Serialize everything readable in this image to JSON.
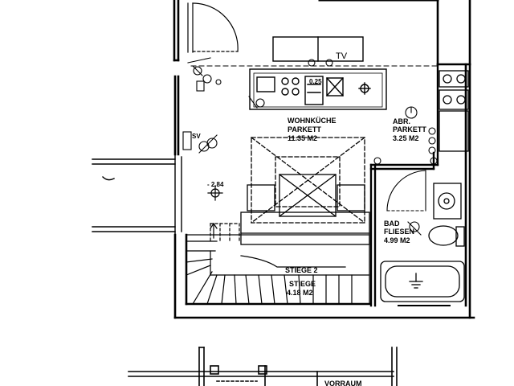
{
  "rooms": {
    "wohnkueche": {
      "name": "WOHNKÜCHE",
      "floor": "PARKETT",
      "area": "11.35 M2"
    },
    "abr": {
      "name": "ABR.",
      "floor": "PARKETT",
      "area": "3.25 M2"
    },
    "bad": {
      "name": "BAD",
      "floor": "FLIESEN",
      "area": "4.99 M2"
    },
    "stiege": {
      "label_upper": "STIEGE 2",
      "name": "STIEGE",
      "area": "4.18 M2"
    },
    "vorraum": {
      "name": "VORRAUM"
    }
  },
  "labels": {
    "tv": "TV",
    "sv": "SV",
    "elevation": "- 2.84",
    "counter_dim": "0.25"
  }
}
